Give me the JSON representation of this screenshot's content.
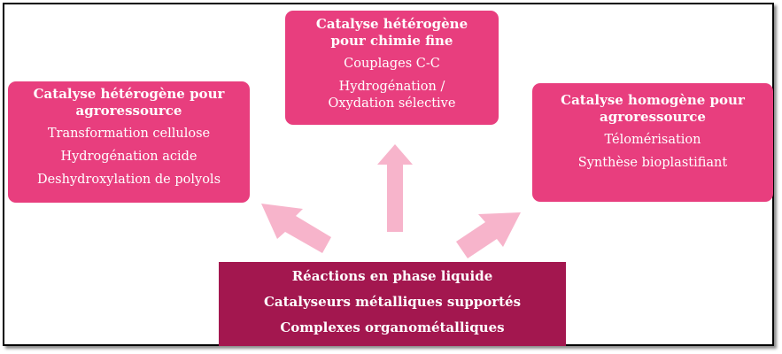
{
  "colors": {
    "box_pink": "#E83E7E",
    "box_dark": "#A3174F",
    "arrow_pink": "#F7B4CB",
    "text": "#FFFFFF"
  },
  "nodes": {
    "left": {
      "title_line1": "Catalyse hétérogène pour",
      "title_line2": "agroressource",
      "items": [
        "Transformation cellulose",
        "Hydrogénation acide",
        "Deshydroxylation de polyols"
      ]
    },
    "top": {
      "title_line1": "Catalyse hétérogène",
      "title_line2": "pour chimie fine",
      "items": [
        "Couplages C-C",
        "Hydrogénation /",
        "Oxydation sélective"
      ]
    },
    "right": {
      "title_line1": "Catalyse homogène pour",
      "title_line2": "agroressource",
      "items": [
        "Télomérisation",
        "Synthèse bioplastifiant"
      ]
    },
    "bottom": {
      "lines": [
        "Réactions en phase liquide",
        "Catalyseurs métalliques supportés",
        "Complexes organométalliques"
      ]
    }
  },
  "edges": [
    {
      "from": "bottom",
      "to": "left"
    },
    {
      "from": "bottom",
      "to": "top"
    },
    {
      "from": "bottom",
      "to": "right"
    }
  ]
}
